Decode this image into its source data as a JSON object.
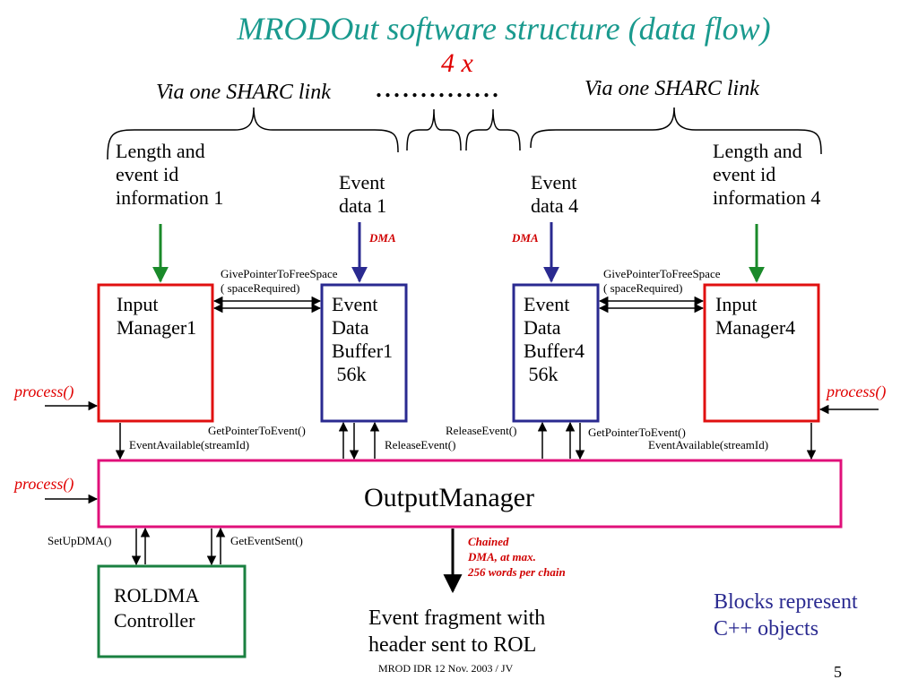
{
  "slide": {
    "title": "MRODOut software structure (data flow)",
    "multiplier": "4 x",
    "via_left": "Via one SHARC link",
    "via_right": "Via one SHARC link",
    "dots": "..............",
    "length_info_1": "Length and\nevent id\ninformation 1",
    "length_info_4": "Length and\nevent id\ninformation 4",
    "event_data_1": "Event\ndata 1",
    "event_data_4": "Event\ndata 4",
    "dma_1": "DMA",
    "dma_4": "DMA",
    "give_pointer_left": "GivePointerToFreeSpace\n( spaceRequired)",
    "give_pointer_right": "GivePointerToFreeSpace\n( spaceRequired)",
    "input_manager_1": "Input\nManager1",
    "input_manager_4": "Input\nManager4",
    "event_buffer_1": "Event\nData\nBuffer1\n 56k",
    "event_buffer_4": "Event\nData\nBuffer4\n 56k",
    "process_left": "process()",
    "process_right": "process()",
    "process_output": "process()",
    "get_pointer_left": "GetPointerToEvent()",
    "get_pointer_right": "GetPointerToEvent()",
    "release_event_top": "ReleaseEvent()",
    "release_event_bottom": "ReleaseEvent()",
    "event_available_left": "EventAvailable(streamId)",
    "event_available_right": "EventAvailable(streamId)",
    "output_manager": "OutputManager",
    "setup_dma": "SetUpDMA()",
    "get_event_sent": "GetEventSent()",
    "chained_dma": "Chained\nDMA, at max.\n256 words per chain",
    "roldma": "ROLDMA\nController",
    "event_fragment": "Event fragment with\nheader sent to ROL",
    "blocks_note": "Blocks represent\nC++ objects",
    "footer": "MROD IDR 12 Nov. 2003 / JV",
    "page_number": "5",
    "colors": {
      "title": "#1a9a8e",
      "red": "#e00000",
      "input_box": "#e01010",
      "buffer_box": "#2a2a90",
      "output_box": "#e0107a",
      "roldma_box": "#1a8040",
      "green_arrow": "#1a8a2a",
      "blue_arrow": "#2a2a90",
      "note": "#2a2a90"
    }
  }
}
